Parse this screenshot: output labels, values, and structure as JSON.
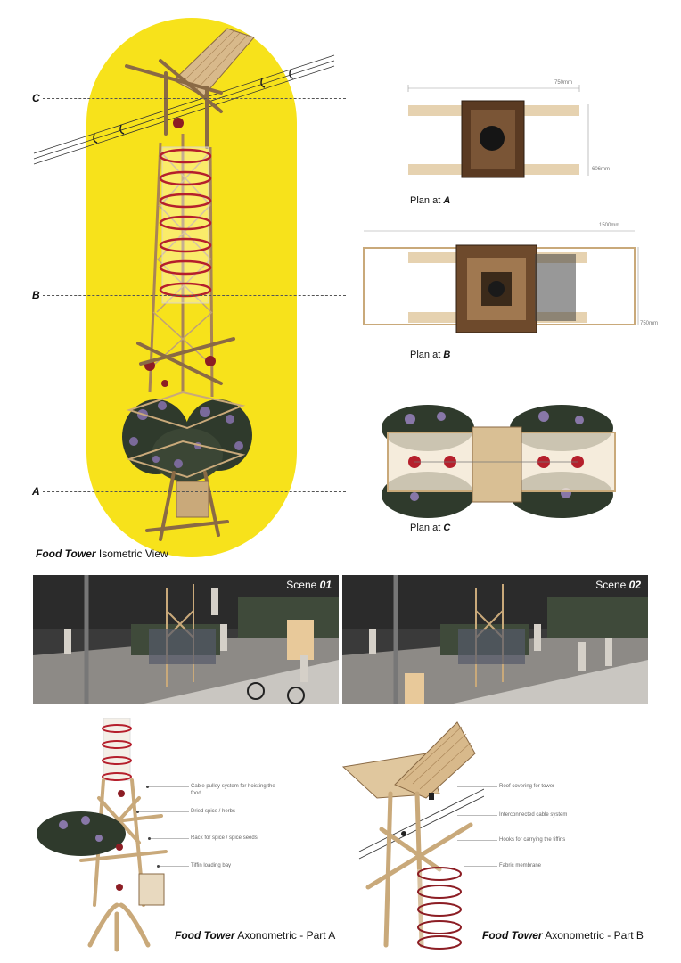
{
  "sections": {
    "c": "C",
    "b": "B",
    "a": "A"
  },
  "isometric_caption": {
    "bold": "Food Tower",
    "rest": " Isometric View"
  },
  "plans": {
    "a": {
      "prefix": "Plan at ",
      "letter": "A",
      "dim_width": "750mm",
      "dim_depth": "606mm"
    },
    "b": {
      "prefix": "Plan at ",
      "letter": "B",
      "dim_width": "1500mm",
      "dim_depth": "750mm"
    },
    "c": {
      "prefix": "Plan at ",
      "letter": "C"
    }
  },
  "scenes": [
    {
      "prefix": "Scene ",
      "number": "01"
    },
    {
      "prefix": "Scene ",
      "number": "02"
    }
  ],
  "axo_a": {
    "caption_bold": "Food Tower",
    "caption_rest": " Axonometric - Part A",
    "annotations": [
      "Cable pulley system for hoisting the food",
      "Dried spice / herbs",
      "Rack for spice / spice seeds",
      "Tiffin loading bay"
    ]
  },
  "axo_b": {
    "caption_bold": "Food Tower",
    "caption_rest": " Axonometric - Part B",
    "annotations": [
      "Roof covering for tower",
      "Interconnected cable system",
      "Hooks for carrying the tiffins",
      "Fabric membrane"
    ]
  },
  "colors": {
    "yellow": "#f7e21b",
    "timber": "#c9a97a",
    "timber_dark": "#8a6a45",
    "red": "#b51f2c"
  }
}
